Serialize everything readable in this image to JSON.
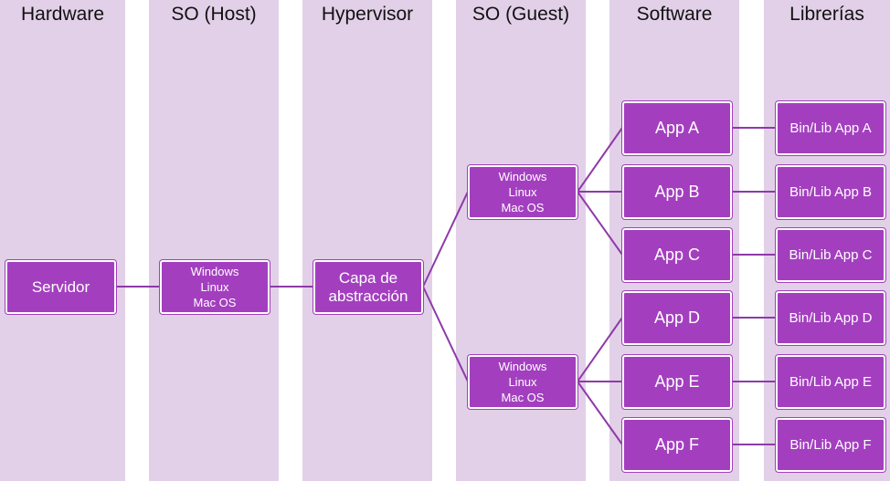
{
  "colors": {
    "column_bg": "#e2d0e8",
    "node_fill": "#a33fbf",
    "node_border": "#ffffff",
    "connector": "#8e3aa8"
  },
  "columns": [
    {
      "id": "hardware",
      "title": "Hardware"
    },
    {
      "id": "so-host",
      "title": "SO (Host)"
    },
    {
      "id": "hypervisor",
      "title": "Hypervisor"
    },
    {
      "id": "so-guest",
      "title": "SO (Guest)"
    },
    {
      "id": "software",
      "title": "Software"
    },
    {
      "id": "librerias",
      "title": "Librerías"
    }
  ],
  "nodes": {
    "servidor": "Servidor",
    "host_os": "Windows\nLinux\nMac OS",
    "hypervisor": "Capa de\nabstracción",
    "guest_os_1": "Windows\nLinux\nMac OS",
    "guest_os_2": "Windows\nLinux\nMac OS",
    "apps": [
      "App A",
      "App B",
      "App C",
      "App D",
      "App E",
      "App F"
    ],
    "libs": [
      "Bin/Lib App A",
      "Bin/Lib App B",
      "Bin/Lib App C",
      "Bin/Lib App D",
      "Bin/Lib App E",
      "Bin/Lib App F"
    ]
  }
}
